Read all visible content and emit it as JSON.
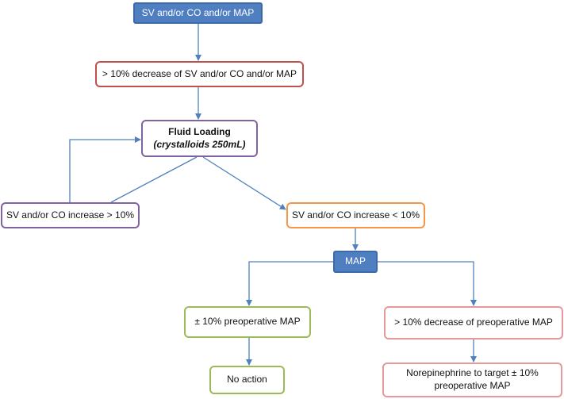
{
  "nodes": {
    "start": {
      "label": "SV and/or CO and/or MAP",
      "color": "#4f7fc0"
    },
    "decrease": {
      "label": "> 10% decrease of SV  and/or CO and/or MAP",
      "color": "#c0504d"
    },
    "fluid": {
      "label": "Fluid Loading",
      "sublabel": "(crystalloids 250mL)",
      "color": "#8064a2"
    },
    "increase_gt": {
      "label": "SV and/or CO increase > 10%",
      "color": "#8064a2"
    },
    "increase_lt": {
      "label": "SV and/or CO increase < 10%",
      "color": "#f79646"
    },
    "map": {
      "label": "MAP",
      "color": "#4f7fc0"
    },
    "preop": {
      "label": "± 10% preoperative MAP",
      "color": "#9bbb59"
    },
    "decrease_preop": {
      "label": "> 10% decrease of preoperative MAP",
      "color": "#e6989a"
    },
    "no_action": {
      "label": "No action",
      "color": "#9bbb59"
    },
    "norepi": {
      "label": "Norepinephrine to target ± 10% preoperative MAP",
      "color": "#e6989a"
    }
  },
  "arrow_color": "#4f81bd"
}
